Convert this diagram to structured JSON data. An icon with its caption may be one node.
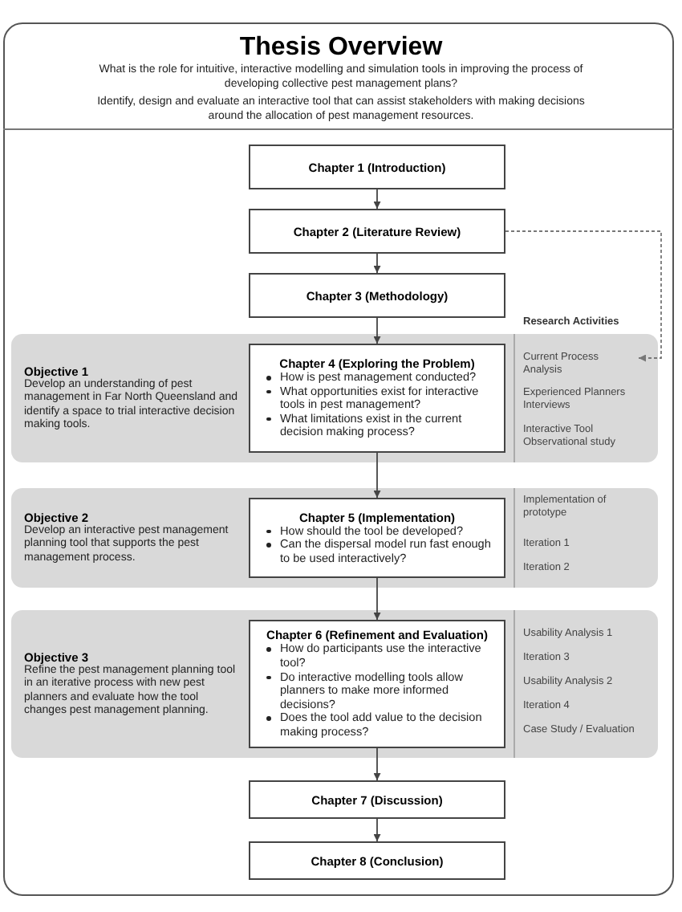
{
  "diagram": {
    "title": "Thesis Overview",
    "nodes": [
      {
        "text": [
          "Chapter 1 (Introduction)"
        ]
      },
      {
        "text": [
          "Chapter 2 (Literature Review)"
        ]
      },
      {
        "text": [
          "Chapter 3 (Methodology)"
        ]
      },
      {
        "text": [
          "Objective 1",
          "Develop an understanding of pest management in Far North Queensland and identify a space to trial interactive decision making tools."
        ]
      },
      {
        "text": [
          "Chapter 4 (Exploring the Problem)",
          "How is pest management conducted?",
          "What opportunities exist for interactive tools in pest management?",
          "What limitations exist in the current decision making process?"
        ],
        "in": 3
      },
      {
        "text": [
          "Current Process Analysis"
        ],
        "in": 3
      },
      {
        "text": [
          "Objective 2",
          "Develop an interactive pest management planning tool that supports the pest management process."
        ]
      },
      {
        "text": [
          "Chapter 5 (Implementation)",
          "How should the tool be developed?",
          "Can the dispersal model run fast enough to be used interactively?"
        ],
        "in": 6
      },
      {
        "text": [
          "Objective 3",
          "Refine the pest management planning tool in an iterative process with new pest planners and evaluate how the tool changes pest management planning."
        ]
      },
      {
        "text": [
          "Chapter 6 (Refinement and Evaluation)",
          "How do participants use the interactive tool?",
          "Do interactive modelling tools allow planners to make more informed decisions?",
          "Does the tool add value to the decision making process?"
        ],
        "in": 8
      },
      {
        "text": [
          "Chapter 7 (Discussion)"
        ]
      },
      {
        "text": [
          "Chapter 8 (Conclusion)"
        ]
      }
    ],
    "edges": [
      {
        "from": 0,
        "to": 1,
        "arrow": "to"
      },
      {
        "from": 1,
        "to": 2,
        "arrow": "to"
      },
      {
        "from": 2,
        "to": 4,
        "arrow": "to"
      },
      {
        "from": 4,
        "to": 7,
        "arrow": "to"
      },
      {
        "from": 7,
        "to": 9,
        "arrow": "to"
      },
      {
        "from": 9,
        "to": 10,
        "arrow": "to"
      },
      {
        "from": 10,
        "to": 11,
        "arrow": "to"
      },
      {
        "from": 1,
        "to": 5,
        "arrow": "to",
        "style": "dashed",
        "color": "#777777"
      }
    ],
    "labels": [
      "What is the role for intuitive, interactive modelling and simulation tools in improving the process of developing collective pest management plans?",
      "Identify, design and evaluate an interactive tool that can assist stakeholders with making decisions around the allocation of pest management resources.",
      "Research Activities",
      "Experienced Planners Interviews",
      "Interactive Tool Observational study",
      "Implementation of prototype",
      "Iteration 1",
      "Iteration 2",
      "Usability Analysis 1",
      "Iteration 3",
      "Usability Analysis 2",
      "Iteration 4",
      "Case Study / Evaluation"
    ]
  }
}
